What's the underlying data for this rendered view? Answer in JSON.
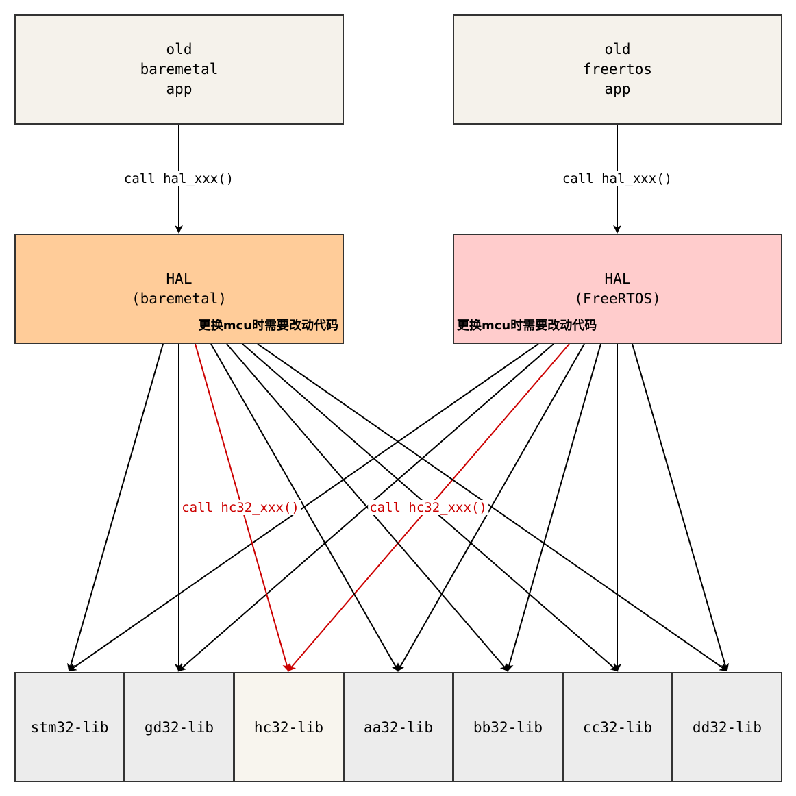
{
  "colors": {
    "app_fill": "#f5f2eb",
    "hal_baremetal_fill": "#ffcc99",
    "hal_freertos_fill": "#ffcccc",
    "lib_fill": "#ececec",
    "lib_highlight_fill": "#f8f5ee",
    "edge": "#000000",
    "edge_highlight": "#cc0000"
  },
  "apps": {
    "baremetal": {
      "line1": "old",
      "line2": "baremetal",
      "line3": "app"
    },
    "freertos": {
      "line1": "old",
      "line2": "freertos",
      "line3": "app"
    }
  },
  "edge_labels": {
    "call_hal": "call hal_xxx()",
    "call_hc32": "call hc32_xxx()"
  },
  "hals": {
    "baremetal": {
      "line1": "HAL",
      "line2": "(baremetal)",
      "note": "更换mcu时需要改动代码"
    },
    "freertos": {
      "line1": "HAL",
      "line2": "(FreeRTOS)",
      "note": "更换mcu时需要改动代码"
    }
  },
  "libs": [
    {
      "name": "stm32-lib",
      "highlight": false
    },
    {
      "name": "gd32-lib",
      "highlight": false
    },
    {
      "name": "hc32-lib",
      "highlight": true
    },
    {
      "name": "aa32-lib",
      "highlight": false
    },
    {
      "name": "bb32-lib",
      "highlight": false
    },
    {
      "name": "cc32-lib",
      "highlight": false
    },
    {
      "name": "dd32-lib",
      "highlight": false
    }
  ]
}
